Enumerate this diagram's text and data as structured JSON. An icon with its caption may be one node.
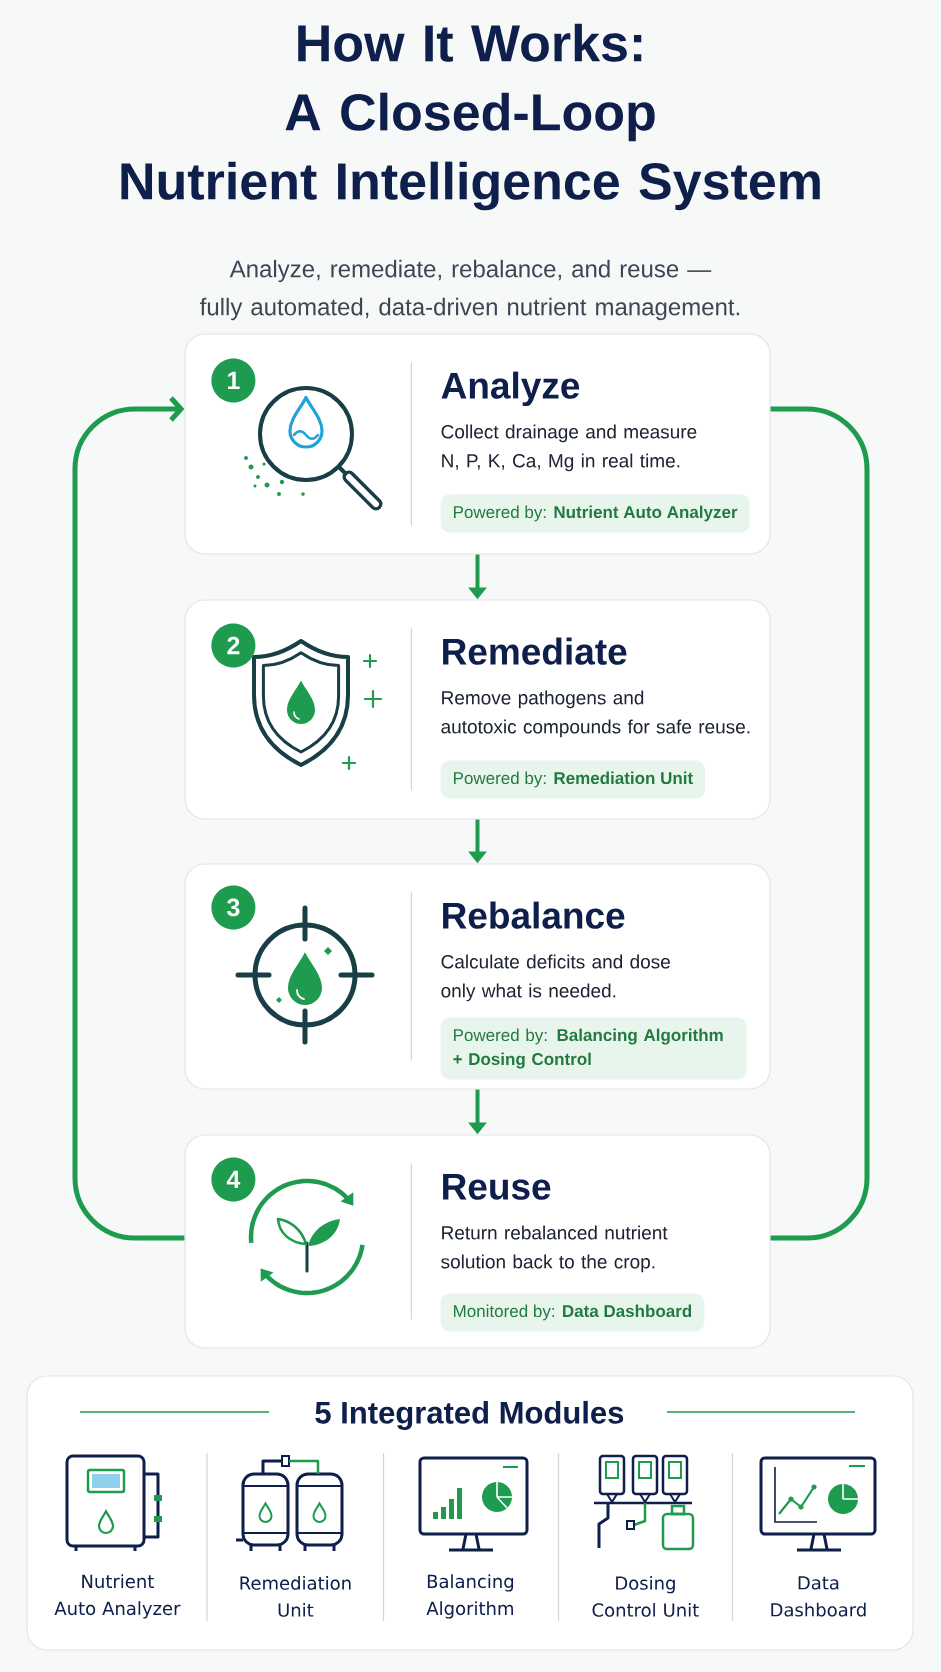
{
  "diagram": {
    "title": "How It Works: A Closed-Loop Nutrient Intelligence System",
    "nodes": [
      {
        "text": [
          "Analyze",
          "Collect drainage and measure N, P, K, Ca, Mg in real time."
        ]
      },
      {
        "text": [
          "1"
        ],
        "in": 0
      },
      {
        "text": [
          "Powered by: **Nutrient Auto Analyzer**"
        ],
        "in": 0
      },
      {
        "text": [
          "Remediate",
          "Remove pathogens and autotoxic compounds for safe reuse."
        ]
      },
      {
        "text": [
          "2"
        ],
        "in": 3
      },
      {
        "text": [
          "Powered by: **Remediation Unit**"
        ],
        "in": 3
      },
      {
        "text": [
          "Rebalance",
          "Calculate deficits and dose only what is needed."
        ]
      },
      {
        "text": [
          "3"
        ],
        "in": 6
      },
      {
        "text": [
          "Powered by: **Balancing Algorithm + Dosing Control**"
        ],
        "in": 6
      },
      {
        "text": [
          "Reuse",
          "Return rebalanced nutrient solution back to the crop."
        ]
      },
      {
        "text": [
          "4"
        ],
        "in": 9
      },
      {
        "text": [
          "Monitored by: **Data Dashboard**"
        ],
        "in": 9
      },
      {
        "text": [
          "5 Integrated Modules",
          "Nutrient Auto Analyzer",
          "Remediation Unit",
          "Balancing Algorithm",
          "Dosing Control Unit",
          "Data Dashboard"
        ]
      }
    ],
    "edges": [
      {
        "from": 0,
        "to": 3,
        "arrow": "to"
      },
      {
        "from": 3,
        "to": 6,
        "arrow": "to"
      },
      {
        "from": 6,
        "to": 9,
        "arrow": "to"
      },
      {
        "from": 9,
        "to": 0,
        "arrow": "to"
      },
      {
        "from": 0,
        "to": 9,
        "arrow": "none"
      }
    ],
    "labels": [
      "Analyze, remediate, rebalance, and reuse — fully automated, data-driven nutrient management."
    ]
  }
}
